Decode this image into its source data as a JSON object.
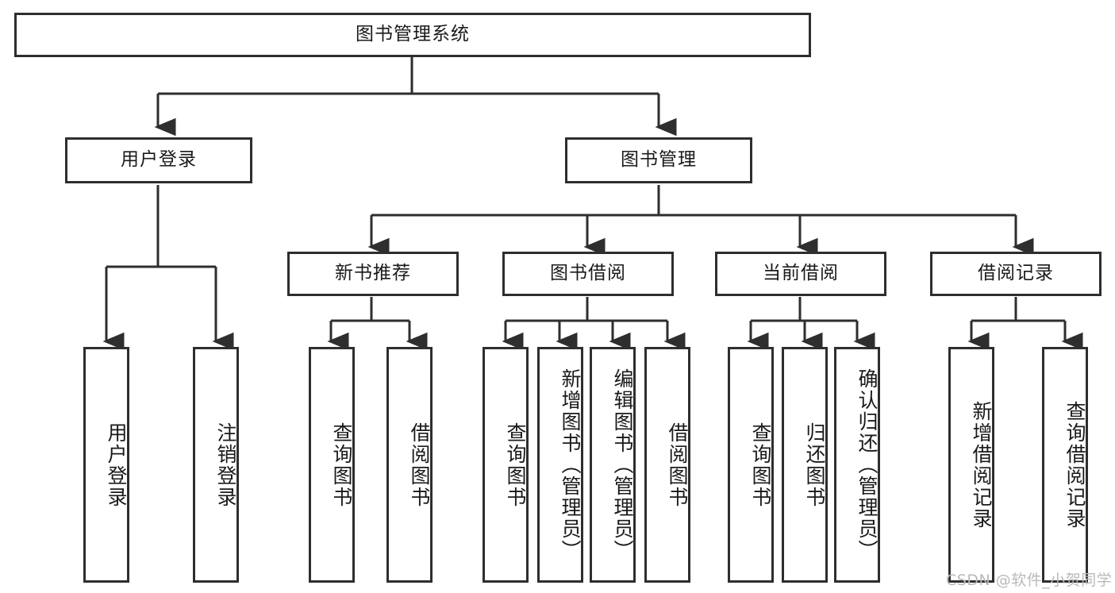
{
  "diagram": {
    "type": "hierarchy-tree",
    "title": "图书管理系统",
    "background_color": "#ffffff",
    "line_color": "#2e2e2e",
    "text_color": "#1a1a1a"
  },
  "root": {
    "label": "图书管理系统"
  },
  "level1": [
    {
      "label": "用户登录"
    },
    {
      "label": "图书管理"
    }
  ],
  "level2": [
    {
      "label": "新书推荐"
    },
    {
      "label": "图书借阅"
    },
    {
      "label": "当前借阅"
    },
    {
      "label": "借阅记录"
    }
  ],
  "leaves": {
    "user_login": [
      {
        "label": "用户登录"
      },
      {
        "label": "注销登录"
      }
    ],
    "new_book_recommend": [
      {
        "label": "查询图书"
      },
      {
        "label": "借阅图书"
      }
    ],
    "book_borrow": [
      {
        "label": "查询图书"
      },
      {
        "label": "新增图书（管理员）"
      },
      {
        "label": "编辑图书（管理员）"
      },
      {
        "label": "借阅图书"
      }
    ],
    "current_borrow": [
      {
        "label": "查询图书"
      },
      {
        "label": "归还图书"
      },
      {
        "label": "确认归还（管理员）"
      }
    ],
    "borrow_record": [
      {
        "label": "新增借阅记录"
      },
      {
        "label": "查询借阅记录"
      }
    ]
  },
  "watermark": {
    "text": "CSDN @软件_小贺同学"
  }
}
